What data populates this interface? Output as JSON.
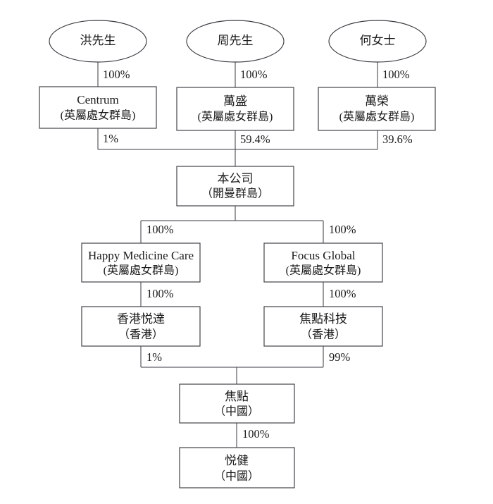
{
  "diagram": {
    "title": "Shareholding / corporate structure chart",
    "accent_color": "#3a3a42",
    "background_color": "#ffffff",
    "text_color": "#1a1a1a"
  },
  "nodes": {
    "hong": {
      "line1": "洪先生",
      "line2": "",
      "shape": "ellipse"
    },
    "zhou": {
      "line1": "周先生",
      "line2": "",
      "shape": "ellipse"
    },
    "he": {
      "line1": "何女士",
      "line2": "",
      "shape": "ellipse"
    },
    "centrum": {
      "line1": "Centrum",
      "line2": "(英屬處女群島)",
      "shape": "box"
    },
    "wansheng": {
      "line1": "萬盛",
      "line2": "(英屬處女群島)",
      "shape": "box"
    },
    "wanrong": {
      "line1": "萬榮",
      "line2": "(英屬處女群島)",
      "shape": "box"
    },
    "company": {
      "line1": "本公司",
      "line2": "（開曼群島）",
      "shape": "box"
    },
    "happy": {
      "line1": "Happy Medicine Care",
      "line2": "(英屬處女群島)",
      "shape": "box"
    },
    "focusglobal": {
      "line1": "Focus Global",
      "line2": "(英屬處女群島)",
      "shape": "box"
    },
    "hkyueda": {
      "line1": "香港悦達",
      "line2": "（香港）",
      "shape": "box"
    },
    "jdkeji": {
      "line1": "焦點科技",
      "line2": "（香港）",
      "shape": "box"
    },
    "jiaodian": {
      "line1": "焦點",
      "line2": "（中國）",
      "shape": "box"
    },
    "yuejian": {
      "line1": "悦健",
      "line2": "（中國）",
      "shape": "box"
    }
  },
  "edges": {
    "hong_centrum": {
      "label": "100%"
    },
    "zhou_wansheng": {
      "label": "100%"
    },
    "he_wanrong": {
      "label": "100%"
    },
    "centrum_company": {
      "label": "1%"
    },
    "wansheng_company": {
      "label": "59.4%"
    },
    "wanrong_company": {
      "label": "39.6%"
    },
    "company_happy": {
      "label": "100%"
    },
    "company_focus": {
      "label": "100%"
    },
    "happy_hkyueda": {
      "label": "100%"
    },
    "focus_jdkeji": {
      "label": "100%"
    },
    "hkyueda_jiaodian": {
      "label": "1%"
    },
    "jdkeji_jiaodian": {
      "label": "99%"
    },
    "jiaodian_yuejian": {
      "label": "100%"
    }
  }
}
